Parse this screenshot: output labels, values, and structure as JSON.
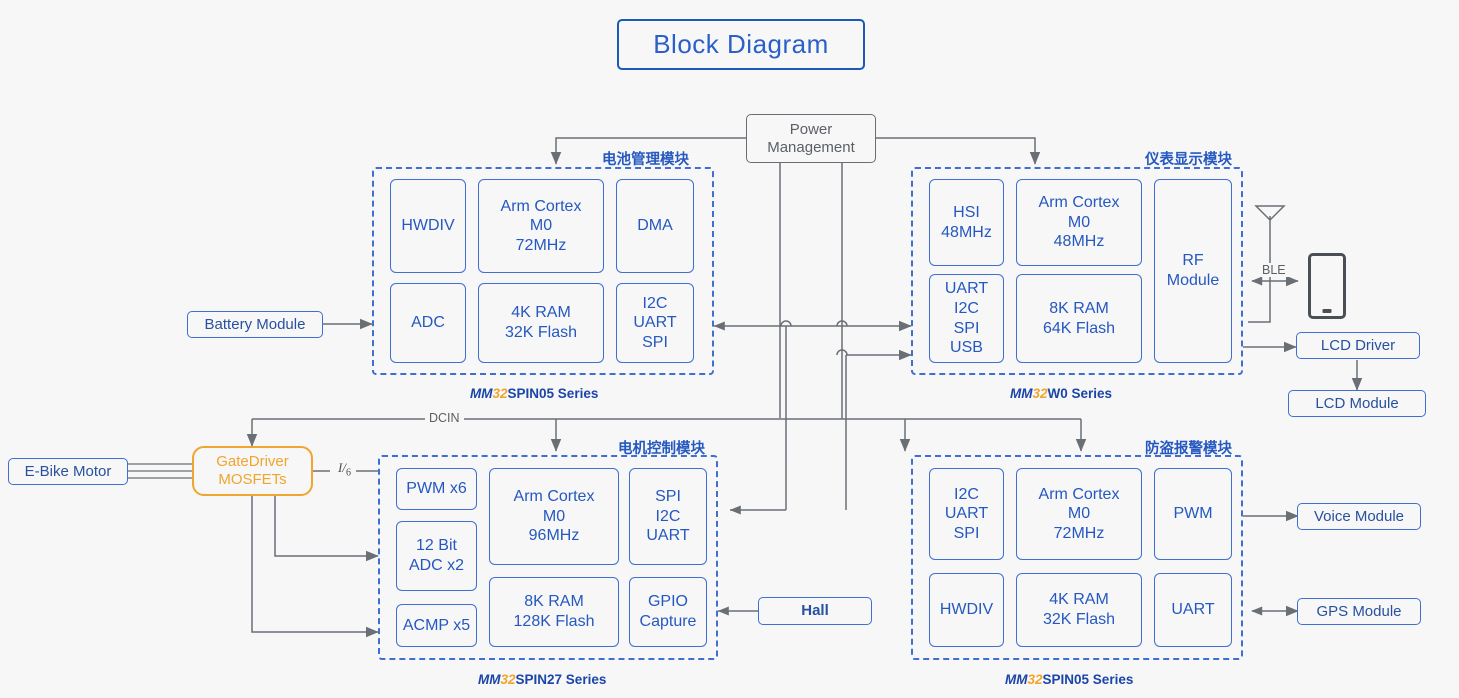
{
  "page": {
    "title": "Block Diagram",
    "background_color": "#f7f7f7",
    "accent_blue": "#2558c0",
    "accent_orange": "#f0a52e",
    "accent_gray": "#5b6066"
  },
  "power": {
    "line1": "Power",
    "line2": "Management"
  },
  "left_nodes": {
    "battery_module": "Battery Module",
    "ebike_motor": "E-Bike Motor",
    "gate_driver_line1": "GateDriver",
    "gate_driver_line2": "MOSFETs"
  },
  "right_nodes": {
    "ble_label": "BLE",
    "lcd_driver": "LCD Driver",
    "lcd_module": "LCD Module",
    "voice_module": "Voice Module",
    "gps_module": "GPS Module",
    "phone_icon": "smartphone-icon",
    "antenna_icon": "antenna-icon"
  },
  "center_nodes": {
    "hall": "Hall"
  },
  "wire_labels": {
    "dcin": "DCIN",
    "current_six": "I",
    "current_six_sub": "6"
  },
  "modules": [
    {
      "id": "battery-management",
      "caption": "电池管理模块",
      "series_prefix": "MM",
      "series_num": "32",
      "series_suffix": "SPIN05 Series",
      "blocks": [
        {
          "name": "hwdiv",
          "text": "HWDIV"
        },
        {
          "name": "core",
          "text": "Arm Cortex\nM0\n72MHz"
        },
        {
          "name": "dma",
          "text": "DMA"
        },
        {
          "name": "adc",
          "text": "ADC"
        },
        {
          "name": "memory",
          "text": "4K RAM\n32K Flash"
        },
        {
          "name": "periph",
          "text": "I2C\nUART\nSPI"
        }
      ]
    },
    {
      "id": "instrument-display",
      "caption": "仪表显示模块",
      "series_prefix": "MM",
      "series_num": "32",
      "series_suffix": "W0 Series",
      "blocks": [
        {
          "name": "hsi",
          "text": "HSI\n48MHz"
        },
        {
          "name": "core",
          "text": "Arm Cortex\nM0\n48MHz"
        },
        {
          "name": "rf",
          "text": "RF\nModule"
        },
        {
          "name": "periph",
          "text": "UART\nI2C\nSPI\nUSB"
        },
        {
          "name": "memory",
          "text": "8K RAM\n64K Flash"
        }
      ]
    },
    {
      "id": "motor-control",
      "caption": "电机控制模块",
      "series_prefix": "MM",
      "series_num": "32",
      "series_suffix": "SPIN27 Series",
      "blocks": [
        {
          "name": "pwm",
          "text": "PWM x6"
        },
        {
          "name": "adc",
          "text": "12 Bit\nADC x2"
        },
        {
          "name": "acmp",
          "text": "ACMP x5"
        },
        {
          "name": "core",
          "text": "Arm Cortex\nM0\n96MHz"
        },
        {
          "name": "memory",
          "text": "8K RAM\n128K Flash"
        },
        {
          "name": "periph",
          "text": "SPI\nI2C\nUART"
        },
        {
          "name": "gpio",
          "text": "GPIO\nCapture"
        }
      ]
    },
    {
      "id": "anti-theft-alarm",
      "caption": "防盗报警模块",
      "series_prefix": "MM",
      "series_num": "32",
      "series_suffix": "SPIN05 Series",
      "blocks": [
        {
          "name": "periph",
          "text": "I2C\nUART\nSPI"
        },
        {
          "name": "core",
          "text": "Arm Cortex\nM0\n72MHz"
        },
        {
          "name": "pwm",
          "text": "PWM"
        },
        {
          "name": "hwdiv",
          "text": "HWDIV"
        },
        {
          "name": "memory",
          "text": "4K RAM\n32K Flash"
        },
        {
          "name": "uart",
          "text": "UART"
        }
      ]
    }
  ]
}
